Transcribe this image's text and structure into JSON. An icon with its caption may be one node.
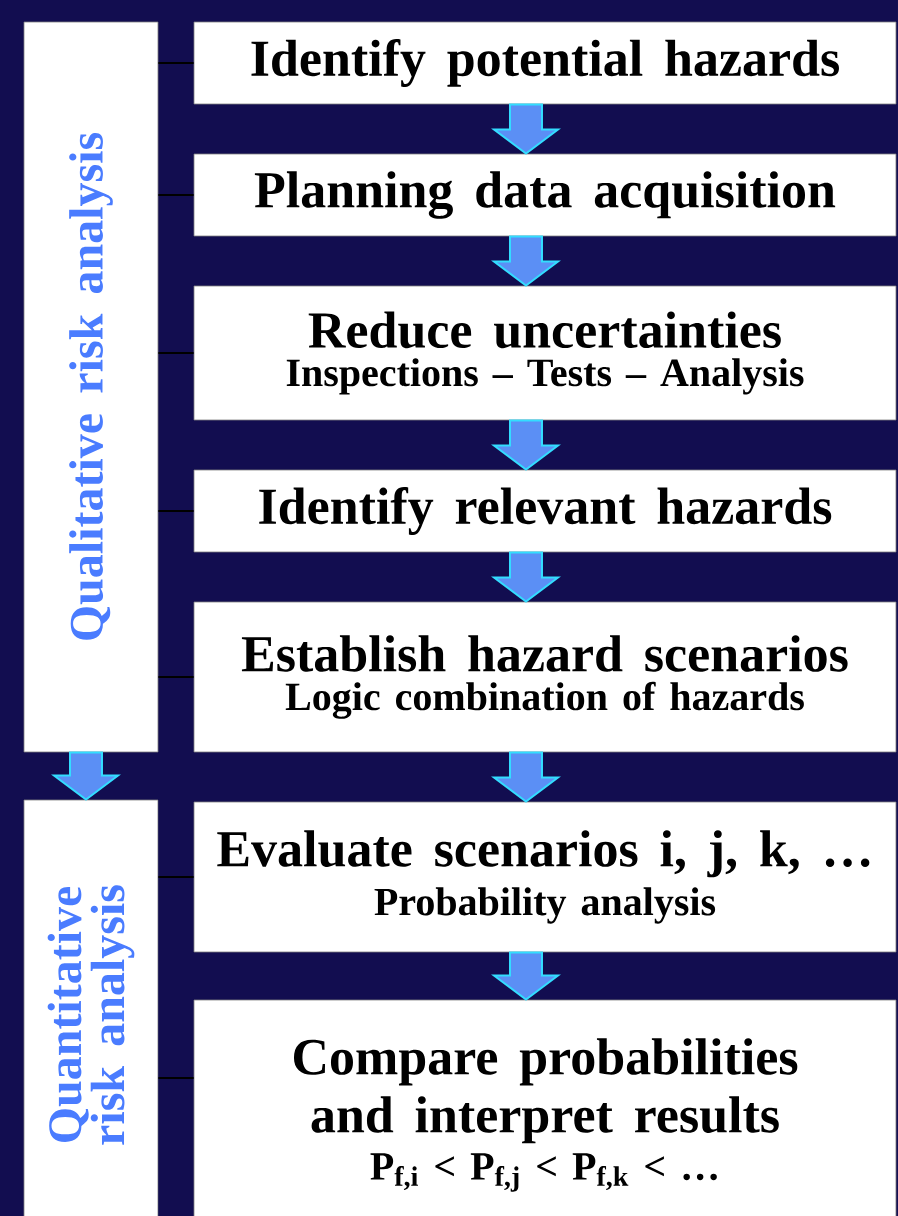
{
  "diagram": {
    "nodes": [
      {
        "text": [
          "Qualitative risk analysis"
        ]
      },
      {
        "text": [
          "Identify potential hazards"
        ]
      },
      {
        "text": [
          "Planning data acquisition"
        ]
      },
      {
        "text": [
          "Reduce uncertainties",
          "Inspections – Tests – Analysis"
        ]
      },
      {
        "text": [
          "Identify relevant hazards"
        ]
      },
      {
        "text": [
          "Establish hazard scenarios",
          "Logic combination of hazards"
        ]
      },
      {
        "text": [
          "Quantitative risk analysis"
        ]
      },
      {
        "text": [
          "Evaluate scenarios i, j, k, …",
          "Probability analysis"
        ]
      },
      {
        "text": [
          "Compare probabilities and interpret results",
          "P$_{f,i}$ < P$_{f,j}$ < P$_{f,k}$ < …"
        ]
      }
    ],
    "edges": [
      {
        "from": 1,
        "to": 2,
        "arrow": "to"
      },
      {
        "from": 2,
        "to": 3,
        "arrow": "to"
      },
      {
        "from": 3,
        "to": 4,
        "arrow": "to"
      },
      {
        "from": 4,
        "to": 5,
        "arrow": "to"
      },
      {
        "from": 5,
        "to": 7,
        "arrow": "to"
      },
      {
        "from": 7,
        "to": 8,
        "arrow": "to"
      },
      {
        "from": 0,
        "to": 6,
        "arrow": "to"
      },
      {
        "from": 0,
        "to": 1,
        "arrow": "none"
      },
      {
        "from": 0,
        "to": 2,
        "arrow": "none"
      },
      {
        "from": 0,
        "to": 3,
        "arrow": "none"
      },
      {
        "from": 0,
        "to": 4,
        "arrow": "none"
      },
      {
        "from": 0,
        "to": 5,
        "arrow": "none"
      },
      {
        "from": 6,
        "to": 7,
        "arrow": "none"
      },
      {
        "from": 6,
        "to": 8,
        "arrow": "none"
      }
    ]
  }
}
